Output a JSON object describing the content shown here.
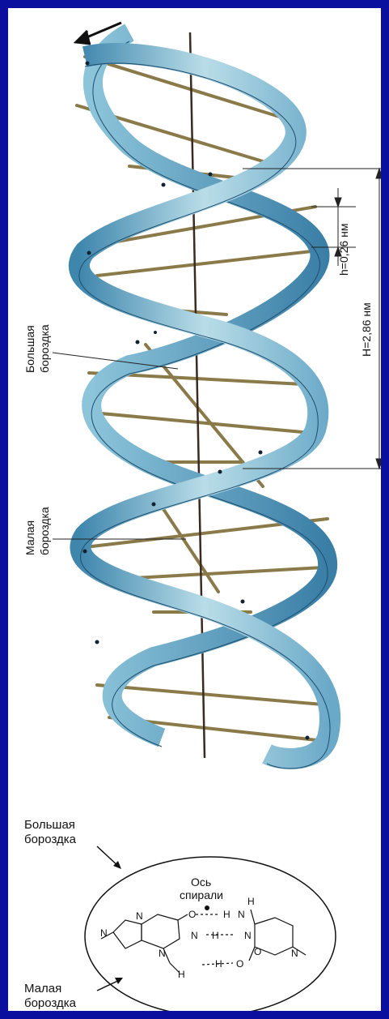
{
  "helix": {
    "major_groove_label_line1": "Большая",
    "major_groove_label_line2": "бороздка",
    "minor_groove_label_line1": "Малая",
    "minor_groove_label_line2": "бороздка",
    "rise_label": "h=0,26 нм",
    "pitch_label": "H=2,86 нм"
  },
  "cross_section": {
    "major_groove_line1": "Большая",
    "major_groove_line2": "бороздка",
    "axis_line1": "Ось",
    "axis_line2": "спирали",
    "minor_groove_line1": "Малая",
    "minor_groove_line2": "бороздка",
    "atoms": {
      "n_left": "N",
      "o_top": "O",
      "h_top": "H",
      "n_top": "N",
      "h_ring": "H",
      "n_mid": "N",
      "h_mid": "H",
      "n_mid_right": "N",
      "o_right": "O",
      "n_bottom_right": "N",
      "h_bottom": "H",
      "o_bottom": "O",
      "n_ring_a": "N",
      "n_ring_b": "N"
    }
  },
  "colors": {
    "background": "#0a0f9e",
    "ribbon_light": "#b9dde8",
    "ribbon_dark": "#3f86ad",
    "rung": "#8a7a4a"
  }
}
